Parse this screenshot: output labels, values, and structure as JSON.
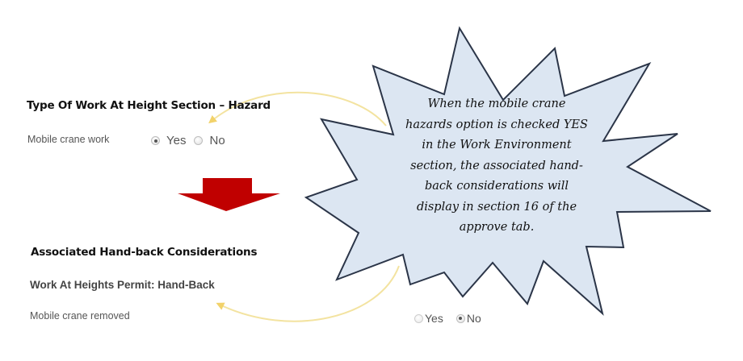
{
  "hazard_section": {
    "title": "Type Of Work At Height Section – Hazard",
    "field_label": "Mobile crane work",
    "options": [
      {
        "label": "Yes",
        "checked": true
      },
      {
        "label": "No",
        "checked": false
      }
    ]
  },
  "handback_section": {
    "title": "Associated Hand-back Considerations",
    "subtitle": "Work At Heights Permit: Hand-Back",
    "field_label": "Mobile crane removed",
    "options": [
      {
        "label": "Yes",
        "checked": false
      },
      {
        "label": "No",
        "checked": true
      }
    ]
  },
  "callout": {
    "lines": [
      "When the mobile crane",
      "hazards option is checked YES",
      "in the Work Environment",
      "section, the associated hand-",
      "back considerations will",
      "display in section 16 of the",
      "approve tab."
    ],
    "fill_color": "#dce6f2",
    "border_color": "#2b3548"
  },
  "icons": {
    "flow_arrow": "down-arrow-icon",
    "connector_arrows": "curved-arrow-icon"
  },
  "colors": {
    "flow_arrow": "#c00000",
    "connector": "#f3e3a0",
    "connector_head": "#f2d26a"
  }
}
